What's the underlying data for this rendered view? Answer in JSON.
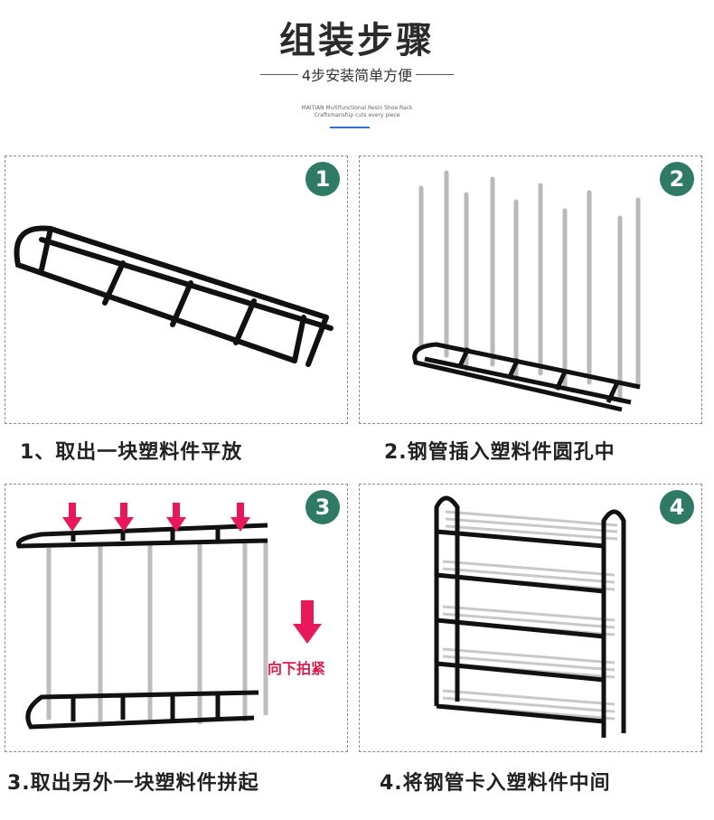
{
  "header": {
    "title": "组装步骤",
    "subtitle": "4步安装简单方便",
    "tagline_line1": "MAITIAN Multifunctional Resin Shoe Rack",
    "tagline_line2": "Craftsmanship cuts every piece"
  },
  "steps": [
    {
      "number": "1",
      "caption": "1、取出一块塑料件平放"
    },
    {
      "number": "2",
      "caption": "2.钢管插入塑料件圆孔中"
    },
    {
      "number": "3",
      "caption": "3.取出另外一块塑料件拼起",
      "note": "向下拍紧"
    },
    {
      "number": "4",
      "caption": "4.将钢管卡入塑料件中间"
    }
  ],
  "colors": {
    "badge": "#2f7a64",
    "arrow": "#d81e4f",
    "accent_line": "#2f6fd6"
  }
}
